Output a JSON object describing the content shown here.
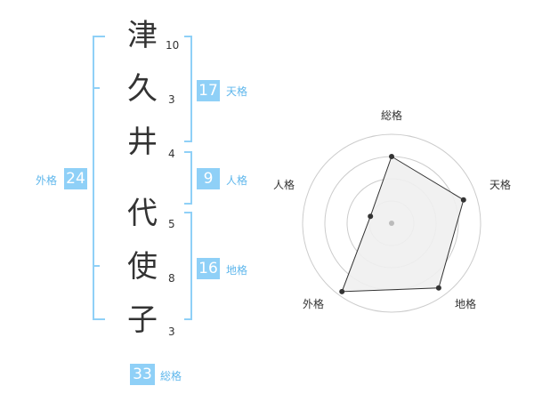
{
  "name": {
    "chars": [
      {
        "char": "津",
        "strokes": "10"
      },
      {
        "char": "久",
        "strokes": "3"
      },
      {
        "char": "井",
        "strokes": "4"
      },
      {
        "char": "代",
        "strokes": "5"
      },
      {
        "char": "使",
        "strokes": "8"
      },
      {
        "char": "子",
        "strokes": "3"
      }
    ]
  },
  "grades": {
    "tenkaku": {
      "label": "天格",
      "value": "17"
    },
    "jinkaku": {
      "label": "人格",
      "value": "9"
    },
    "chikaku": {
      "label": "地格",
      "value": "16"
    },
    "gaikaku": {
      "label": "外格",
      "value": "24"
    },
    "soukaku": {
      "label": "総格",
      "value": "33"
    }
  },
  "colors": {
    "accent": "#8fd0f7",
    "label": "#5fb7ec",
    "bracket": "#8fd0f7",
    "radar_fill": "#efefef",
    "radar_grid": "#cccccc",
    "radar_line": "#333333"
  },
  "chart_data": {
    "type": "radar",
    "axes": [
      "総格",
      "天格",
      "地格",
      "外格",
      "人格"
    ],
    "values": [
      0.75,
      0.85,
      0.9,
      0.95,
      0.25
    ],
    "rings": 4
  }
}
